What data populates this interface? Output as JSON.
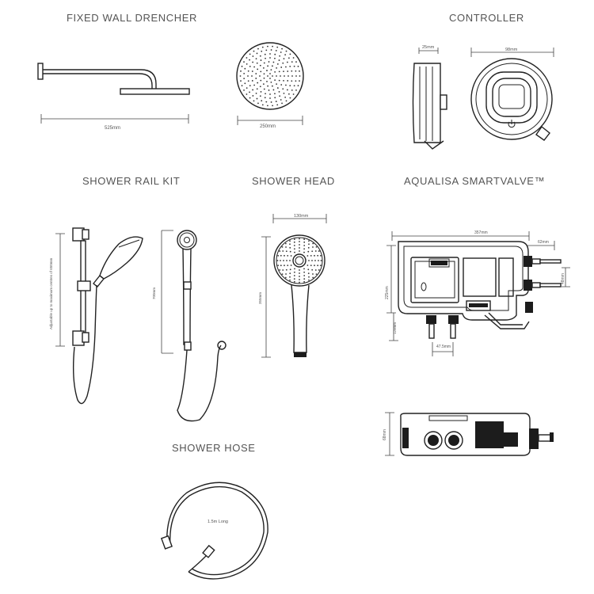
{
  "sections": {
    "fixed_wall_drencher": "FIXED WALL DRENCHER",
    "controller": "CONTROLLER",
    "shower_rail_kit": "SHOWER RAIL KIT",
    "shower_head": "SHOWER HEAD",
    "smartvalve": "AQUALISA SMARTVALVE™",
    "shower_hose": "SHOWER HOSE"
  },
  "dimensions": {
    "drencher_arm": "525mm",
    "drencher_diameter": "250mm",
    "controller_depth": "25mm",
    "controller_width": "98mm",
    "rail_adjust": "Adjustable up to maximum centres of 650mm",
    "handset_length": "700mm",
    "head_width": "130mm",
    "head_length": "355mm",
    "valve_width": "357mm",
    "valve_outlet": "62mm",
    "valve_height": "225mm",
    "valve_lower": "129mm",
    "valve_right": "48mm",
    "valve_inlet_spacing": "47.5mm",
    "valve_depth": "68mm",
    "hose_length": "1.5m Long"
  },
  "icons": [
    "power-icon"
  ]
}
